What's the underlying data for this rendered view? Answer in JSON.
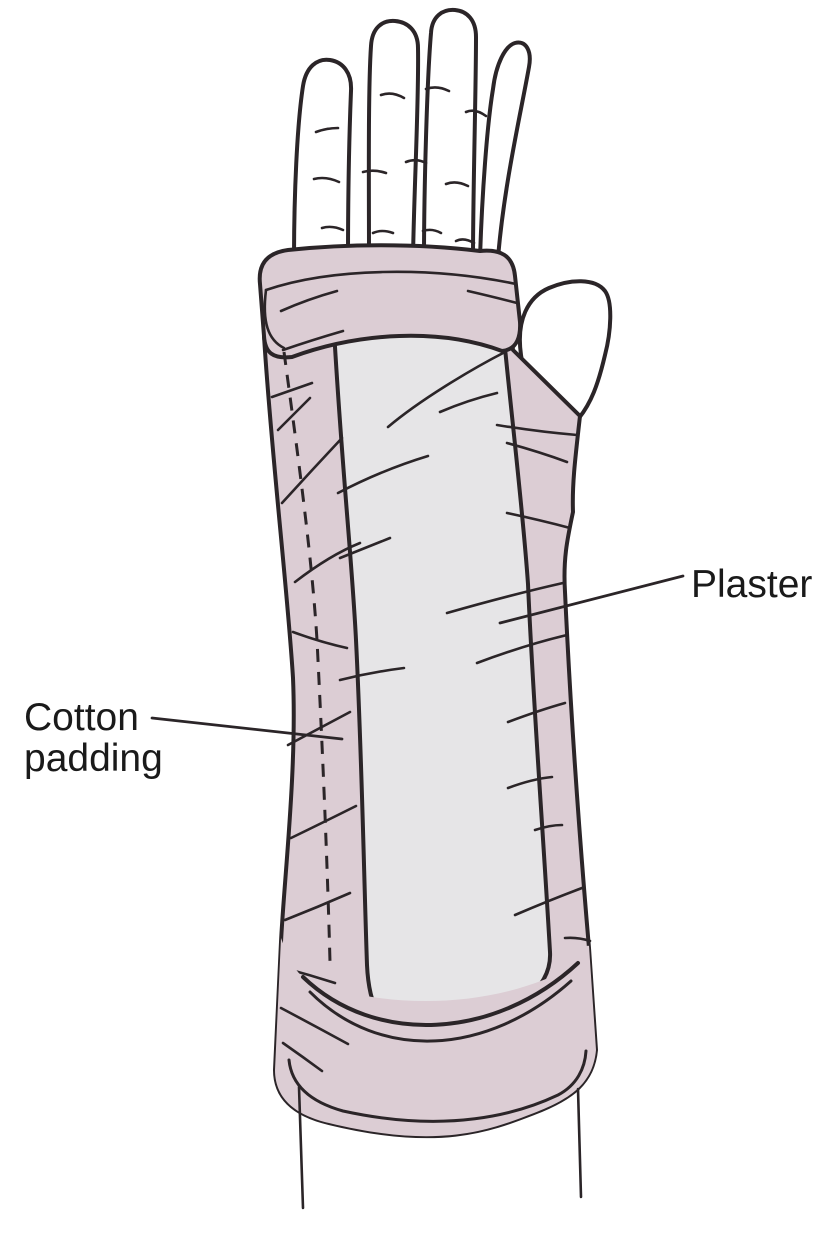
{
  "figure": {
    "labels": {
      "plaster": "Plaster",
      "cotton_padding_line1": "Cotton",
      "cotton_padding_line2": "padding"
    },
    "colors": {
      "padding_pink": "#dccdd4",
      "plaster_gray": "#e6e5e7",
      "outline": "#2b2528",
      "hand_fill": "#ffffff",
      "background": "#ffffff",
      "label_text": "#1a1a1a"
    }
  }
}
